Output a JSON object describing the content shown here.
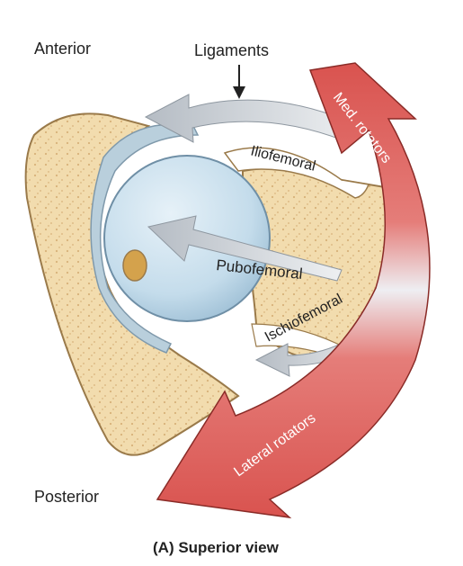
{
  "labels": {
    "anterior": "Anterior",
    "posterior": "Posterior",
    "ligaments": "Ligaments",
    "iliofemoral": "Iliofemoral",
    "pubofemoral": "Pubofemoral",
    "ischiofemoral": "Ischiofemoral",
    "medial_rotators": "Med. rotators",
    "lateral_rotators": "Lateral rotators"
  },
  "caption": "(A) Superior view",
  "colors": {
    "bone": "#f2dcae",
    "bone_texture": "#d8b27a",
    "bone_outline": "#9a7a4a",
    "femoral_head": "#c4dceb",
    "ligament_gray": "#b5bcc4",
    "rotator_red": "#d9534f",
    "rotator_light": "#eeeef2"
  }
}
